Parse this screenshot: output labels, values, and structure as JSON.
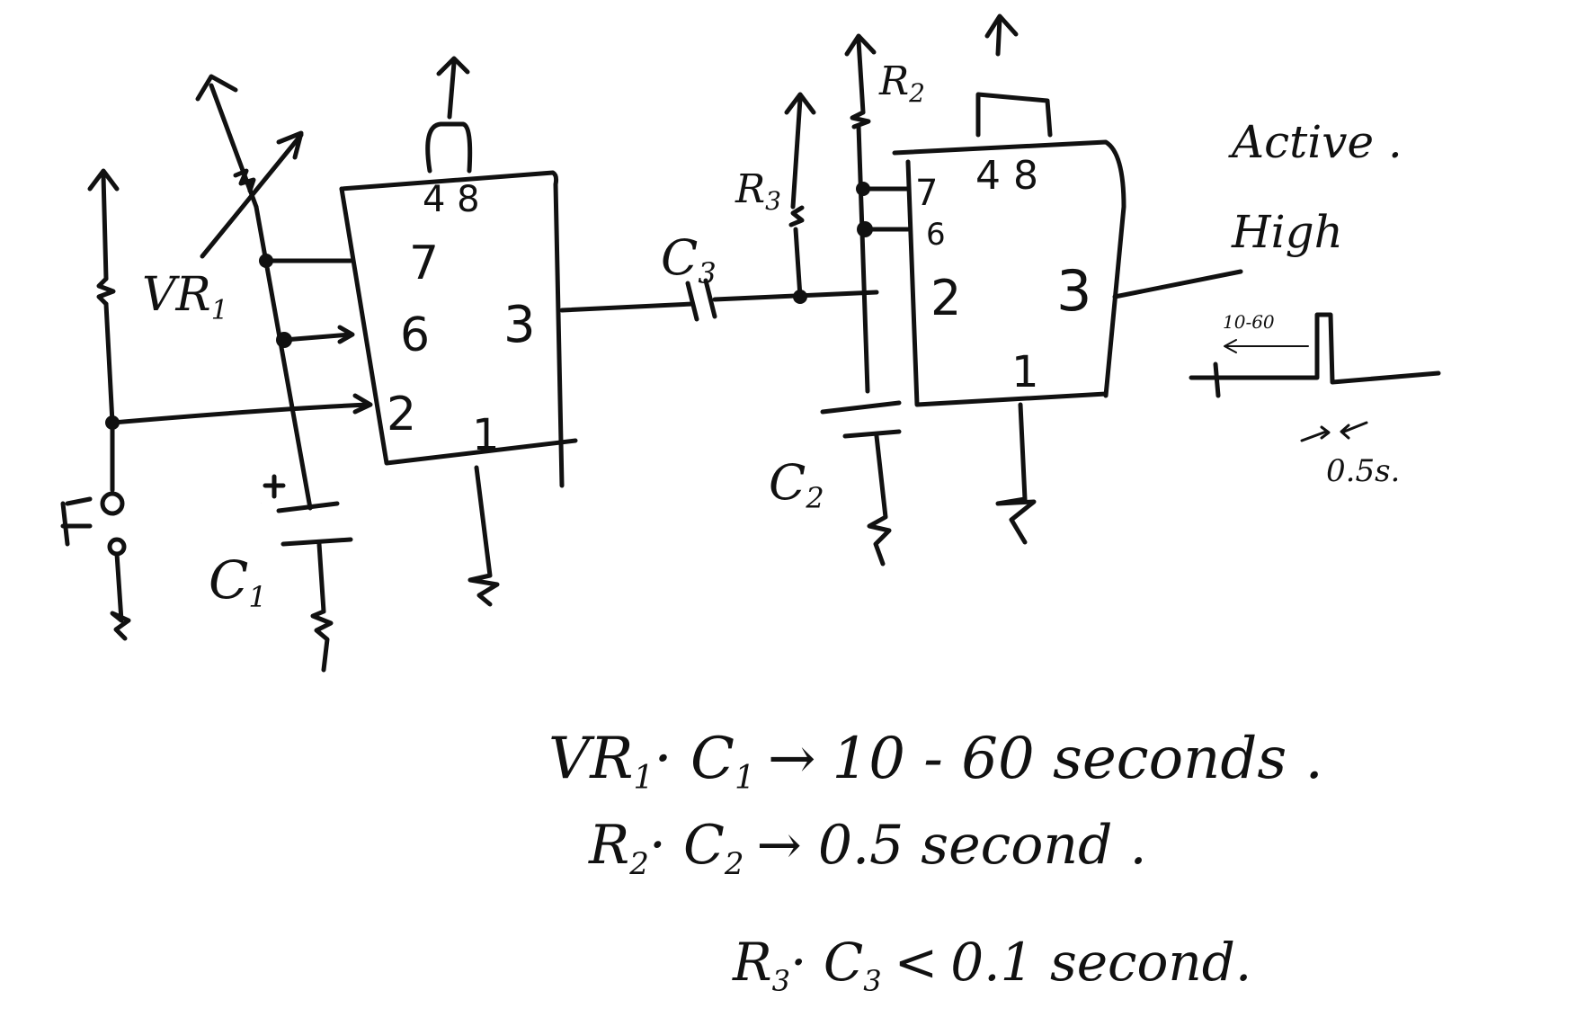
{
  "labels": {
    "vr1": "VR",
    "vr1_sub": "1",
    "r2": "R",
    "r2_sub": "2",
    "r3": "R",
    "r3_sub": "3",
    "c1": "C",
    "c1_sub": "1",
    "c2": "C",
    "c2_sub": "2",
    "c3": "C",
    "c3_sub": "3",
    "plus": "+"
  },
  "ic1_pins": {
    "top": "4 8",
    "p7": "7",
    "p6": "6",
    "p2": "2",
    "p3": "3",
    "p1": "1"
  },
  "ic2_pins": {
    "top": "4 8",
    "p7": "7",
    "p6": "6",
    "p2": "2",
    "p3": "3",
    "p1": "1"
  },
  "output": {
    "line1": "Active .",
    "line2": "High",
    "pulse_range": "10-60",
    "pulse_width": "0.5s."
  },
  "notes": [
    {
      "left": "VR",
      "sub": "1",
      "mid": "· C",
      "sub2": "1",
      "arrow": "→",
      "right": "10 - 60 seconds ."
    },
    {
      "left": "R",
      "sub": "2",
      "mid": "· C",
      "sub2": "2",
      "arrow": "→",
      "right": "0.5 second ."
    },
    {
      "left": "R",
      "sub": "3",
      "mid": "· C",
      "sub2": "3",
      "arrow": "<",
      "right": "0.1 second."
    }
  ]
}
